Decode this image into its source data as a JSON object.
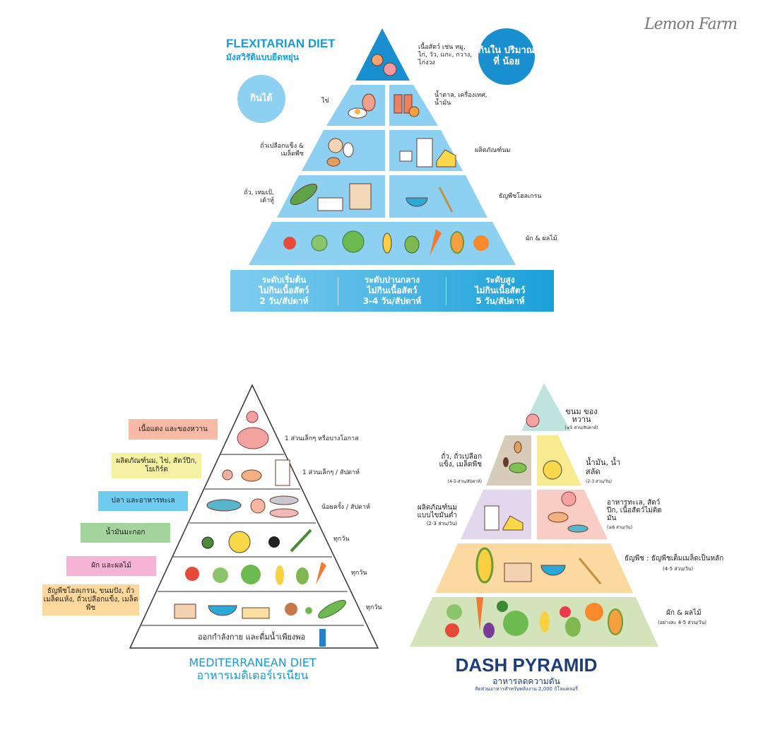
{
  "logo": "Lemon Farm",
  "flexitarian": {
    "title": "FLEXITARIAN DIET",
    "subtitle": "มังสวิรัติแบบยืดหยุ่น",
    "eat_little": "กินใน ปริมาณที่ น้อย",
    "can_eat": "กินได้",
    "labels": {
      "meat": "เนื้อสัตว์ เช่น หมู, ไก่, วัว, แกะ, กวาง, ไก่งวง",
      "egg": "ไข่",
      "sugar": "น้ำตาล, เครื่องเทศ, น้ำมัน",
      "nuts": "ถั่วเปลือกแข็ง & เมล็ดพืช",
      "dairy": "ผลิตภัณฑ์นม",
      "beans": "ถั่ว, เทมเป้, เต้าหู้",
      "grains": "ธัญพืชโฮลเกรน",
      "veg": "ผัก & ผลไม้"
    },
    "levels": [
      {
        "name": "ระดับเริ่มต้น",
        "rule": "ไม่กินเนื้อสัตว์",
        "freq": "2 วัน/สัปดาห์"
      },
      {
        "name": "ระดับปานกลาง",
        "rule": "ไม่กินเนื้อสัตว์",
        "freq": "3-4 วัน/สัปดาห์"
      },
      {
        "name": "ระดับสูง",
        "rule": "ไม่กินเนื้อสัตว์",
        "freq": "5 วัน/สัปดาห์"
      }
    ],
    "colors": {
      "top": "#1a8fd0",
      "tiers": "#8dd0f2",
      "banner": "#1aa0d8"
    }
  },
  "mediterranean": {
    "title": "MEDITERRANEAN DIET",
    "subtitle": "อาหารเมดิเตอร์เรเนียน",
    "categories": [
      {
        "label": "เนื้อแดง และของหวาน",
        "freq": "1 ส่วนเล็กๆ หรือบางโอกาส",
        "color": "#f8b9a5"
      },
      {
        "label": "ผลิตภัณฑ์นม, ไข่, สัตว์ปีก, โยเกิร์ต",
        "freq": "1 ส่วนเล็กๆ / สัปดาห์",
        "color": "#f6f1a2"
      },
      {
        "label": "ปลา และอาหารทะเล",
        "freq": "น้อยครั้ง / สัปดาห์",
        "color": "#6fcbf0"
      },
      {
        "label": "น้ำมันมะกอก",
        "freq": "ทุกวัน",
        "color": "#a2d49b"
      },
      {
        "label": "ผัก และผลไม้",
        "freq": "ทุกวัน",
        "color": "#f5b3d5"
      },
      {
        "label": "ธัญพืชโฮลเกรน, ขนมปัง, ถั่วเมล็ดแห้ง, ถั่วเปลือกแข็ง, เมล็ดพืช",
        "freq": "ทุกวัน",
        "color": "#fdd89c"
      }
    ],
    "base": "ออกกำลังกาย และดื่มน้ำเพียงพอ"
  },
  "dash": {
    "title": "DASH PYRAMID",
    "subtitle": "อาหารลดความดัน",
    "note": "สัดส่วนอาหารสำหรับพลังงาน 2,000 กิโลแคลอรี่",
    "tiers": {
      "sweets": {
        "label": "ขนม ของหวาน",
        "serving": "(≤5 ส่วน/สัปดาห์)",
        "color": "#bfe3de"
      },
      "nuts": {
        "label": "ถั่ว, ถั่วเปลือกแข็ง, เมล็ดพืช",
        "serving": "(4-5 ส่วน/สัปดาห์)",
        "color": "#d6ccb9"
      },
      "oil": {
        "label": "น้ำมัน, น้ำสลัด",
        "serving": "(2-3 ส่วน/วัน)",
        "color": "#f7ea8f"
      },
      "dairy": {
        "label": "ผลิตภัณฑ์นม แบบไขมันต่ำ",
        "serving": "(2-3 ส่วน/วัน)",
        "color": "#e3d7ed"
      },
      "protein": {
        "label": "อาหารทะเล, สัตว์ปีก, เนื้อสัตว์ไม่ติดมัน",
        "serving": "(≤6 ส่วน/วัน)",
        "color": "#f8cec4"
      },
      "grains": {
        "label": "ธัญพืช : ธัญพืชเต็มเมล็ดเป็นหลัก",
        "serving": "(4-5 ส่วน/วัน)",
        "color": "#fbd9a1"
      },
      "veg": {
        "label": "ผัก & ผลไม้",
        "serving": "(อย่างละ 4-5 ส่วน/วัน)",
        "color": "#d4e4ba"
      }
    }
  }
}
